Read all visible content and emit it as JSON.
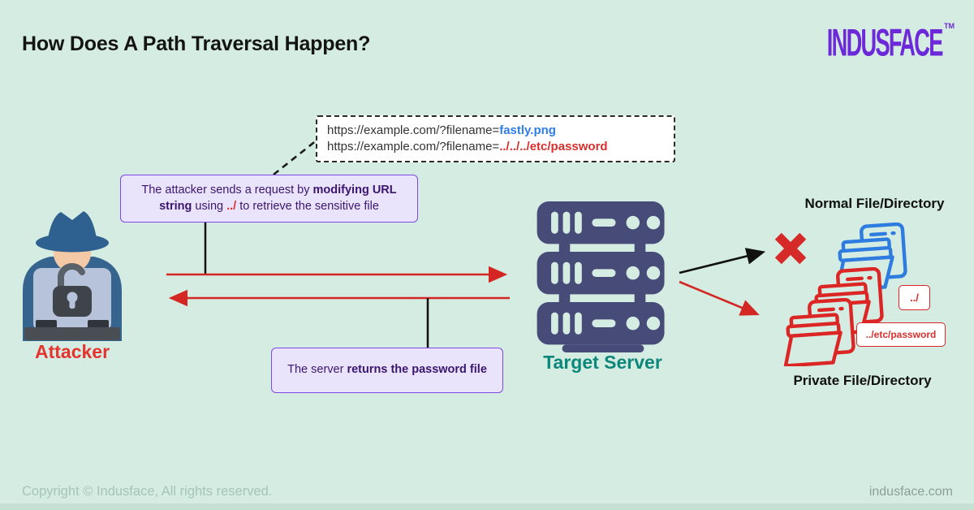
{
  "header": {
    "title": "How Does A Path Traversal Happen?",
    "logo": "INDUSFACE",
    "logo_tm": "TM"
  },
  "url_box": {
    "line1": {
      "prefix": "https://example.com/?filename=",
      "value": "fastly.png"
    },
    "line2": {
      "prefix": "https://example.com/?filename=",
      "value": "../../../etc/password"
    }
  },
  "attacker_callout": {
    "seg1": "The attacker sends a request by ",
    "seg2_bold": "modifying URL string",
    "seg3": " using ",
    "seg4_red": "../",
    "seg5": " to retrieve the sensitive file"
  },
  "server_callout": {
    "seg1": "The server ",
    "seg2_bold": "returns the password file"
  },
  "labels": {
    "attacker": "Attacker",
    "server": "Target Server",
    "normal_dir": "Normal File/Directory",
    "private_dir": "Private  File/Directory"
  },
  "file_tags": {
    "traversal": "../",
    "password_path": "../etc/password"
  },
  "footer": {
    "copyright": "Copyright © Indusface, All rights reserved.",
    "website": "indusface.com"
  },
  "colors": {
    "background": "#d4ece1",
    "brand_purple": "#6d28d9",
    "danger_red": "#d8302c",
    "link_blue": "#2e7de8",
    "teal": "#0d8779",
    "callout_text_purple": "#3b1670",
    "callout_border_purple": "#8147e6",
    "server_navy": "#474b78",
    "folder_blue": "#2e7ce0",
    "folder_red": "#dc2626"
  }
}
